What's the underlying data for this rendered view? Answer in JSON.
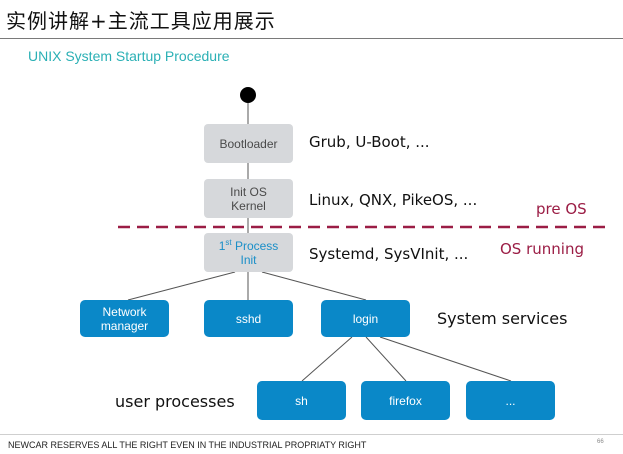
{
  "header": {
    "title": "实例讲解+主流工具应用展示",
    "slide_heading": "UNIX System Startup Procedure"
  },
  "stages": {
    "bootloader": {
      "label": "Bootloader",
      "note": "Grub, U-Boot, ..."
    },
    "kernel": {
      "line1": "Init OS",
      "line2": "Kernel",
      "note": "Linux, QNX, PikeOS, ..."
    },
    "process": {
      "line1_num": "1",
      "line1_sup": "st",
      "line1_rest": " Process",
      "line2": "Init",
      "note": "Systemd, SysVInit, ..."
    }
  },
  "separator": {
    "above_label": "pre OS",
    "below_label": "OS running",
    "color": "#9b1d45"
  },
  "services": {
    "items": [
      "Network manager",
      "sshd",
      "login"
    ],
    "label": "System services"
  },
  "user_processes": {
    "items": [
      "sh",
      "firefox",
      "..."
    ],
    "label": "user processes"
  },
  "footer": {
    "text": "NEWCAR RESERVES ALL THE RIGHT EVEN IN THE INDUSTRIAL PROPRIATY RIGHT",
    "page": "66"
  },
  "colors": {
    "service_box": "#0a88c8",
    "stage_box": "#d6d8db",
    "heading": "#2bb0b5"
  }
}
